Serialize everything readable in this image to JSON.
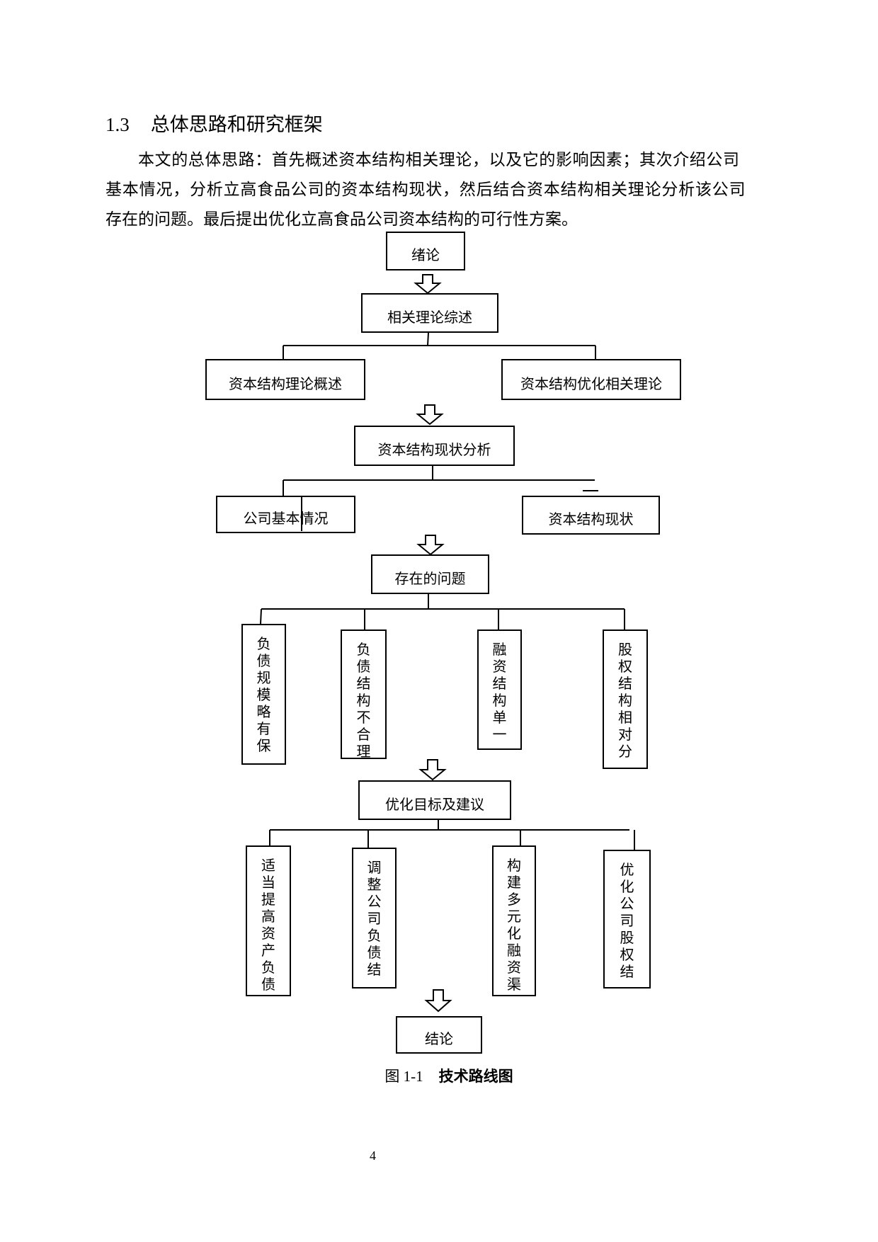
{
  "section": {
    "number": "1.3",
    "title": "总体思路和研究框架"
  },
  "paragraph": {
    "lines": [
      "本文的总体思路：首先概述资本结构相关理论，以及它的影响因素；其次介绍公司",
      "基本情况，分析立高食品公司的资本结构现状，然后结合资本结构相关理论分析该公司",
      "存在的问题。最后提出优化立高食品公司资本结构的可行性方案。"
    ]
  },
  "diagram": {
    "intro": "绪论",
    "theory_review": "相关理论综述",
    "theory_children": [
      "资本结构理论概述",
      "资本结构优化相关理论"
    ],
    "status_analysis": "资本结构现状分析",
    "status_children": [
      "公司基本情况",
      "资本结构现状"
    ],
    "problems": "存在的问题",
    "problem_children": [
      "负债规模略有保",
      "负债结构不合理",
      "融资结构单一",
      "股权结构相对分"
    ],
    "suggestions": "优化目标及建议",
    "suggestion_children": [
      "适当提高资产负债",
      "调整公司负债结",
      "构建多元化融资渠",
      "优化公司股权结"
    ],
    "conclusion": "结论"
  },
  "caption": {
    "number": "图 1-1",
    "title": "技术路线图"
  },
  "page_number": "4"
}
